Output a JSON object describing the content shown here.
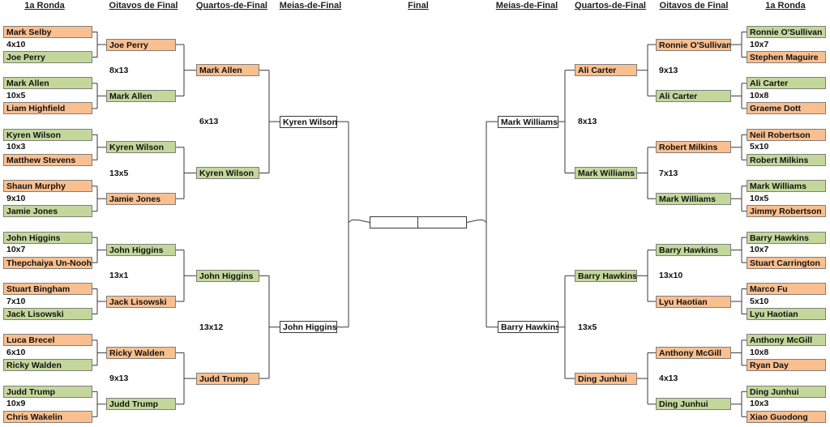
{
  "headers": {
    "r1": "1a Ronda",
    "r16": "Oitavos de Final",
    "qf": "Quartos-de-Final",
    "sf": "Meias-de-Final",
    "final": "Final"
  },
  "colors": {
    "winner": "#c4d79b",
    "loser": "#fabf8f",
    "line": "#3a3a3a"
  },
  "left": {
    "r1": [
      {
        "a": "Mark Selby",
        "as": "l",
        "b": "Joe Perry",
        "bs": "w",
        "score": "4x10"
      },
      {
        "a": "Mark Allen",
        "as": "w",
        "b": "Liam Highfield",
        "bs": "l",
        "score": "10x5"
      },
      {
        "a": "Kyren Wilson",
        "as": "w",
        "b": "Matthew Stevens",
        "bs": "l",
        "score": "10x3"
      },
      {
        "a": "Shaun Murphy",
        "as": "l",
        "b": "Jamie Jones",
        "bs": "w",
        "score": "9x10"
      },
      {
        "a": "John Higgins",
        "as": "w",
        "b": "Thepchaiya Un-Nooh",
        "bs": "l",
        "score": "10x7"
      },
      {
        "a": "Stuart Bingham",
        "as": "l",
        "b": "Jack Lisowski",
        "bs": "w",
        "score": "7x10"
      },
      {
        "a": "Luca Brecel",
        "as": "l",
        "b": "Ricky Walden",
        "bs": "w",
        "score": "6x10"
      },
      {
        "a": "Judd Trump",
        "as": "w",
        "b": "Chris Wakelin",
        "bs": "l",
        "score": "10x9"
      }
    ],
    "r16": [
      {
        "a": "Joe Perry",
        "as": "l",
        "b": "Mark Allen",
        "bs": "w",
        "score": "8x13"
      },
      {
        "a": "Kyren Wilson",
        "as": "w",
        "b": "Jamie Jones",
        "bs": "l",
        "score": "13x5"
      },
      {
        "a": "John Higgins",
        "as": "w",
        "b": "Jack Lisowski",
        "bs": "l",
        "score": "13x1"
      },
      {
        "a": "Ricky Walden",
        "as": "l",
        "b": "Judd Trump",
        "bs": "w",
        "score": "9x13"
      }
    ],
    "qf": [
      {
        "a": "Mark Allen",
        "as": "l",
        "b": "Kyren Wilson",
        "bs": "w",
        "score": "6x13"
      },
      {
        "a": "John Higgins",
        "as": "w",
        "b": "Judd Trump",
        "bs": "l",
        "score": "13x12"
      }
    ],
    "sf": [
      "Kyren Wilson",
      "John Higgins"
    ]
  },
  "right": {
    "r1": [
      {
        "a": "Ronnie O'Sullivan",
        "as": "w",
        "b": "Stephen Maguire",
        "bs": "l",
        "score": "10x7"
      },
      {
        "a": "Ali Carter",
        "as": "w",
        "b": "Graeme Dott",
        "bs": "l",
        "score": "10x8"
      },
      {
        "a": "Neil Robertson",
        "as": "l",
        "b": "Robert Milkins",
        "bs": "w",
        "score": "5x10"
      },
      {
        "a": "Mark Williams",
        "as": "w",
        "b": "Jimmy Robertson",
        "bs": "l",
        "score": "10x5"
      },
      {
        "a": "Barry Hawkins",
        "as": "w",
        "b": "Stuart Carrington",
        "bs": "l",
        "score": "10x7"
      },
      {
        "a": "Marco Fu",
        "as": "l",
        "b": "Lyu Haotian",
        "bs": "w",
        "score": "5x10"
      },
      {
        "a": "Anthony McGill",
        "as": "w",
        "b": "Ryan Day",
        "bs": "l",
        "score": "10x8"
      },
      {
        "a": "Ding Junhui",
        "as": "w",
        "b": "Xiao Guodong",
        "bs": "l",
        "score": "10x3"
      }
    ],
    "r16": [
      {
        "a": "Ronnie O'Sullivan",
        "as": "l",
        "b": "Ali Carter",
        "bs": "w",
        "score": "9x13"
      },
      {
        "a": "Robert Milkins",
        "as": "l",
        "b": "Mark Williams",
        "bs": "w",
        "score": "7x13"
      },
      {
        "a": "Barry Hawkins",
        "as": "w",
        "b": "Lyu Haotian",
        "bs": "l",
        "score": "13x10"
      },
      {
        "a": "Anthony McGill",
        "as": "l",
        "b": "Ding Junhui",
        "bs": "w",
        "score": "4x13"
      }
    ],
    "qf": [
      {
        "a": "Ali Carter",
        "as": "l",
        "b": "Mark Williams",
        "bs": "w",
        "score": "8x13"
      },
      {
        "a": "Barry Hawkins",
        "as": "w",
        "b": "Ding Junhui",
        "bs": "l",
        "score": "13x5"
      }
    ],
    "sf": [
      "Mark Williams",
      "Barry Hawkins"
    ]
  },
  "final": {
    "a": "",
    "b": ""
  }
}
